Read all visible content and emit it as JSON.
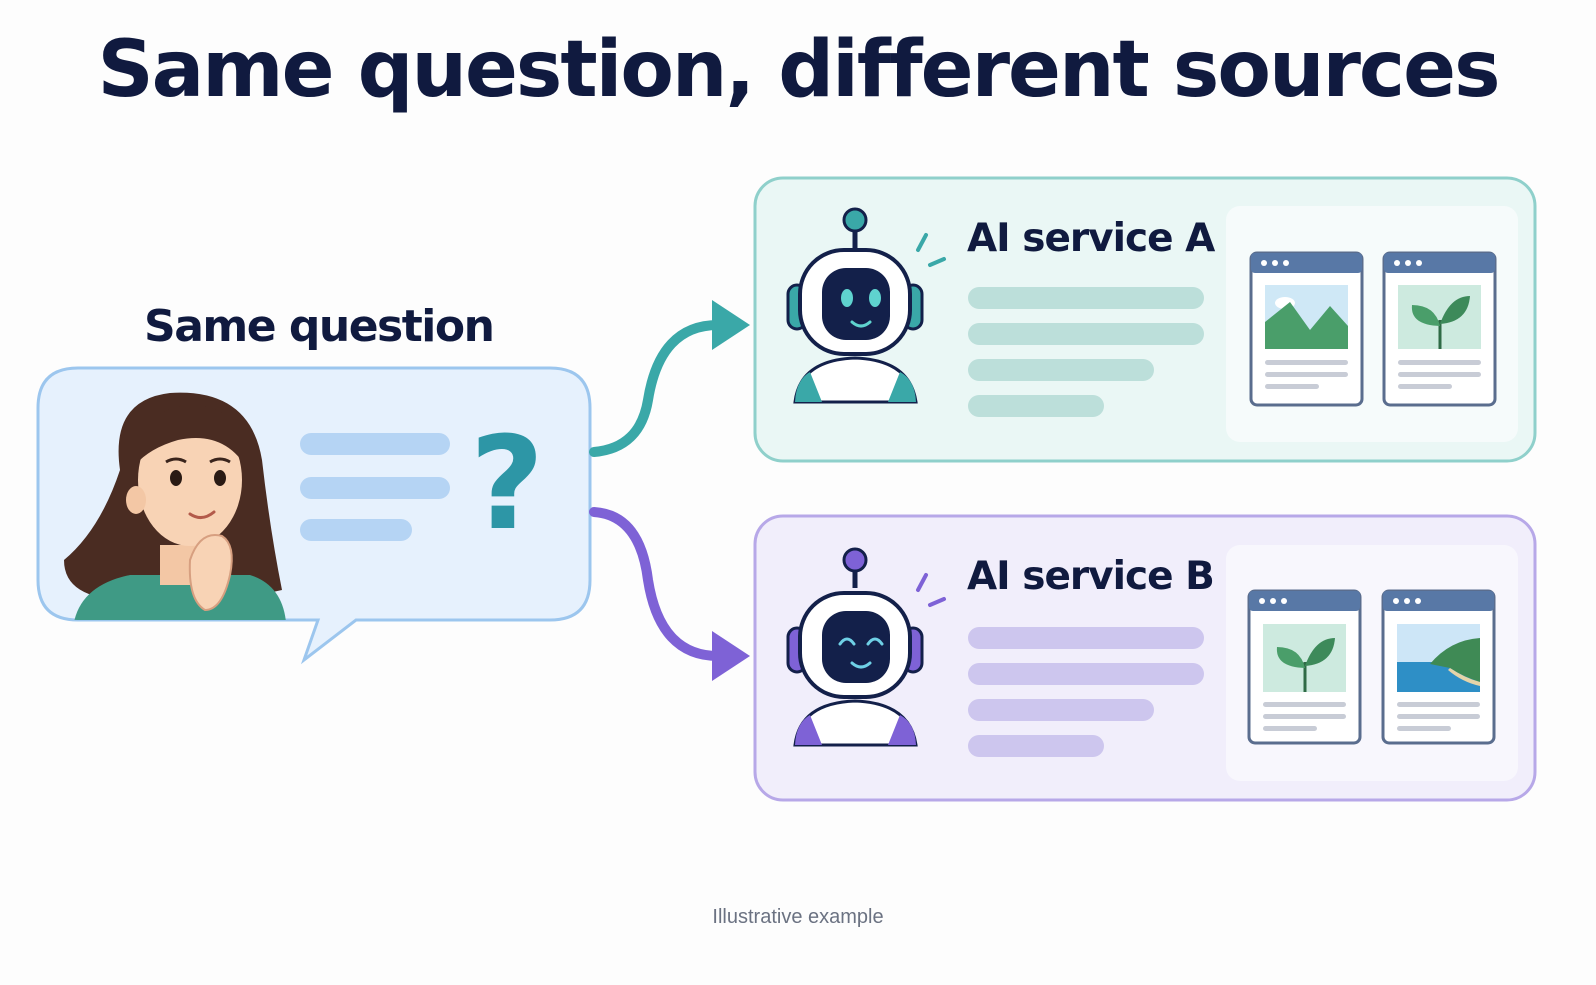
{
  "title": "Same question, different sources",
  "question": {
    "heading": "Same question",
    "symbol": "?",
    "icon": "thinking-person-icon"
  },
  "services": [
    {
      "name": "AI service A",
      "accent": "#3aa8a8",
      "panel": "#eaf7f5",
      "border": "#8fd0cb",
      "robot_icon": "robot-icon",
      "sources": [
        "mountain-image-icon",
        "leaf-image-icon"
      ]
    },
    {
      "name": "AI service B",
      "accent": "#7e62d6",
      "panel": "#f1eefb",
      "border": "#b7a8e8",
      "robot_icon": "robot-icon",
      "sources": [
        "leaf-image-icon",
        "coast-image-icon"
      ]
    }
  ],
  "caption": "Illustrative example",
  "colors": {
    "title": "#101a3f",
    "question_bubble": "#e6f1fd",
    "question_border": "#9cc6ee",
    "question_mark": "#2d96a6"
  }
}
